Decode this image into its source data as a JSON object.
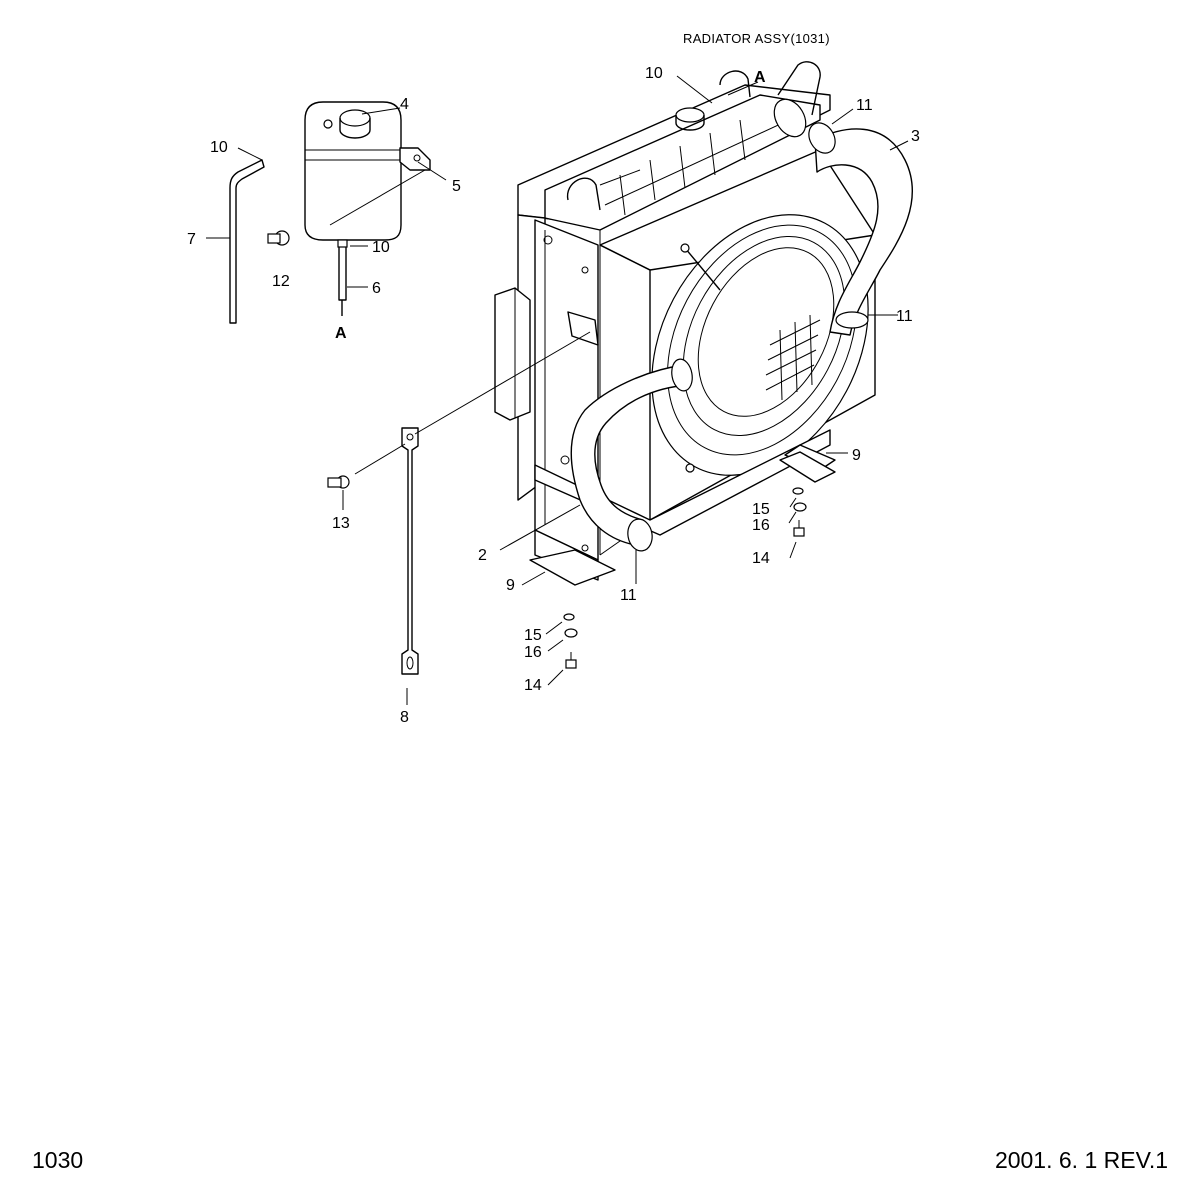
{
  "assembly_title": "RADIATOR ASSY(1031)",
  "page_number": "1030",
  "revision": "2001. 6. 1 REV.1",
  "callouts": {
    "c10_top": "10",
    "cA_top": "A",
    "c11_top": "11",
    "c3": "3",
    "c4": "4",
    "c10_left": "10",
    "c5": "5",
    "c7": "7",
    "c10_mid": "10",
    "c12": "12",
    "c6": "6",
    "cA_bottom": "A",
    "c11_right": "11",
    "c9_right": "9",
    "c15_right": "15",
    "c16_right": "16",
    "c14_right": "14",
    "c13": "13",
    "c2": "2",
    "c9_left": "9",
    "c11_bottom": "11",
    "c15_left": "15",
    "c16_left": "16",
    "c14_left": "14",
    "c8": "8"
  }
}
